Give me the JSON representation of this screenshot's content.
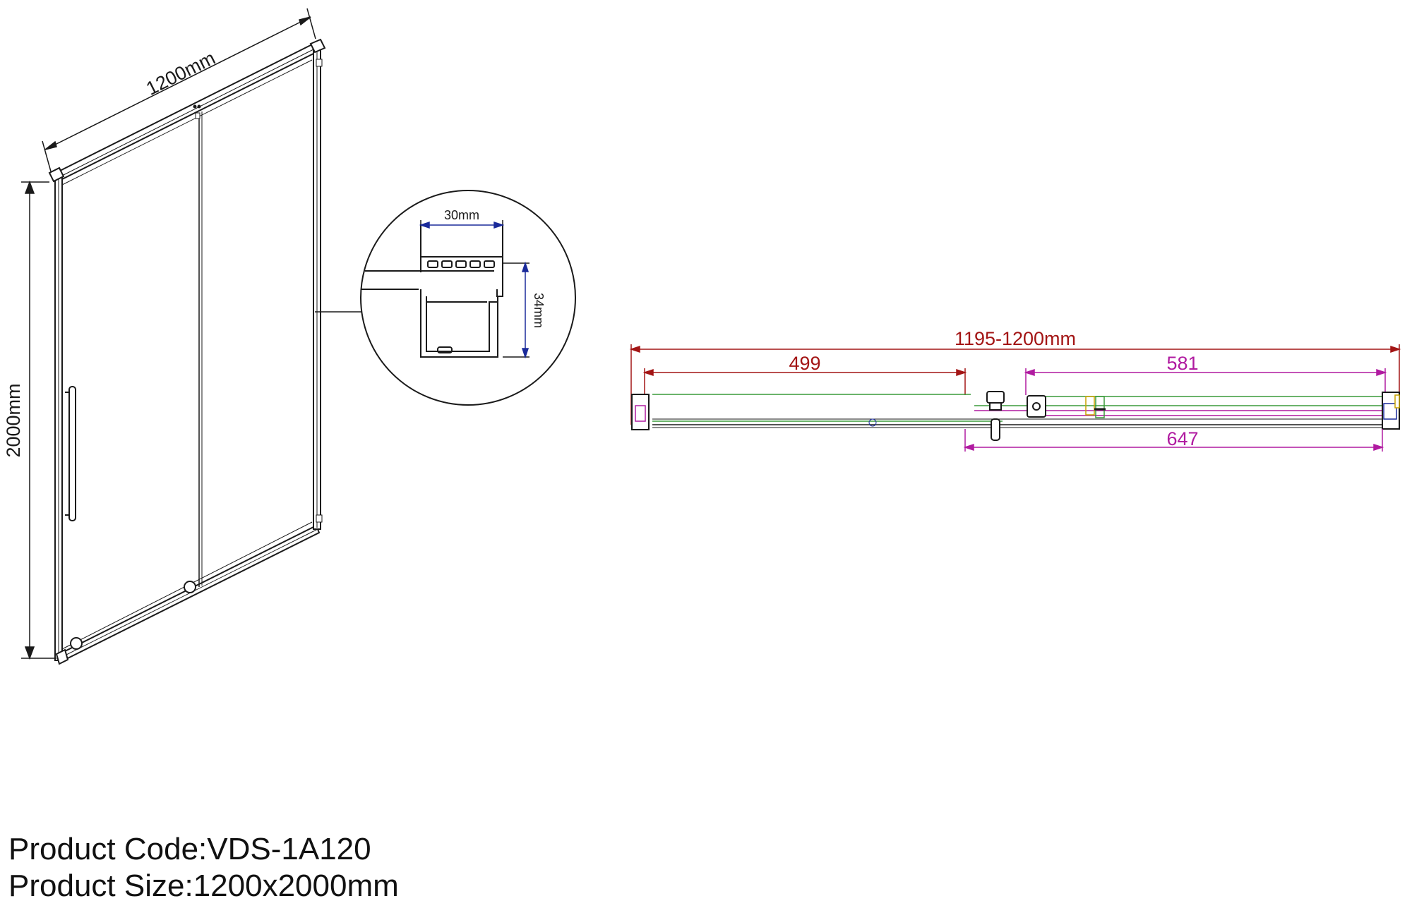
{
  "dimensions": {
    "width_iso": "1200mm",
    "height_iso": "2000mm",
    "profile_width": "30mm",
    "profile_height": "34mm",
    "plan_total": "1195-1200mm",
    "plan_fixed": "499",
    "plan_door": "581",
    "plan_opening": "647"
  },
  "product": {
    "code_label": "Product Code:VDS-1A120",
    "size_label": "Product Size:1200x2000mm"
  },
  "colors": {
    "line": "#1a1a1a",
    "dim_red": "#a31515",
    "dim_magenta": "#b01aa0",
    "glass_green": "#3a9a3a",
    "detail_blue": "#1a2a9a"
  }
}
